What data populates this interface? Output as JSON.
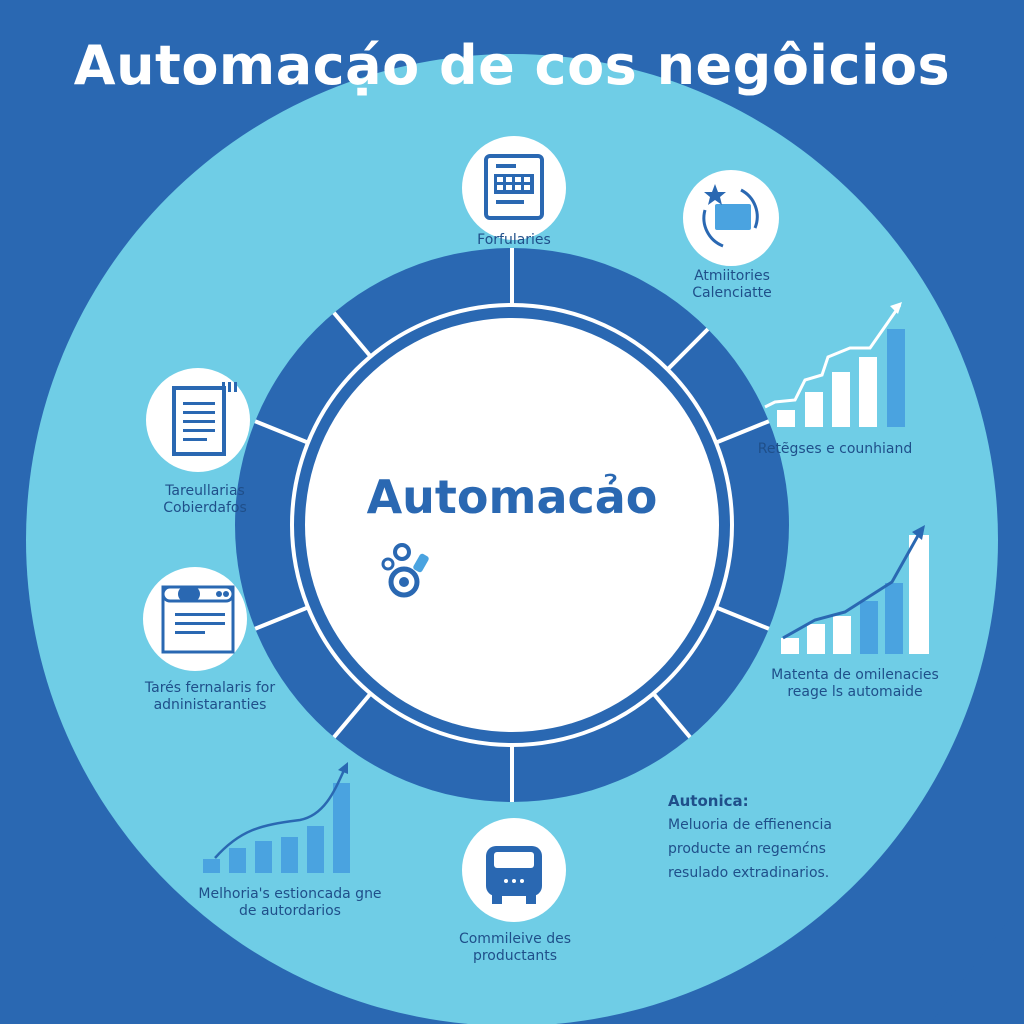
{
  "title": "Automacạ́o de cos negôicios",
  "center": {
    "label": "Automacảo",
    "icon": "gears-icon"
  },
  "nodes": [
    {
      "label": "Forfularies",
      "icon": "form-calendar-icon"
    },
    {
      "label": "Atmiitories Calenciatte",
      "icon": "cycle-folder-icon"
    },
    {
      "label": "Retẽgses e counhiand",
      "icon": "bar-chart-icon"
    },
    {
      "label": "Matenta de omilenacies reage ls automaide",
      "icon": "bar-chart-icon"
    },
    {
      "label": "Commileive des productants",
      "icon": "bus-icon"
    },
    {
      "label": "Melhoria's estioncada gne de autordarios",
      "icon": "bar-chart-icon"
    },
    {
      "label": "Tarés fernalaris for adninistaranties",
      "icon": "browser-window-icon"
    },
    {
      "label": "Tareullarias Cobierdafos",
      "icon": "document-icon"
    }
  ],
  "note": {
    "heading": "Autonica:",
    "lines": [
      "Meluoria de effienencia",
      "producte an regemćns",
      "resulado extradinarios."
    ]
  },
  "colors": {
    "background": "#2a68b2",
    "light": "#6fcde6",
    "ring": "#2a68b2",
    "accent": "#4aa3e0"
  }
}
